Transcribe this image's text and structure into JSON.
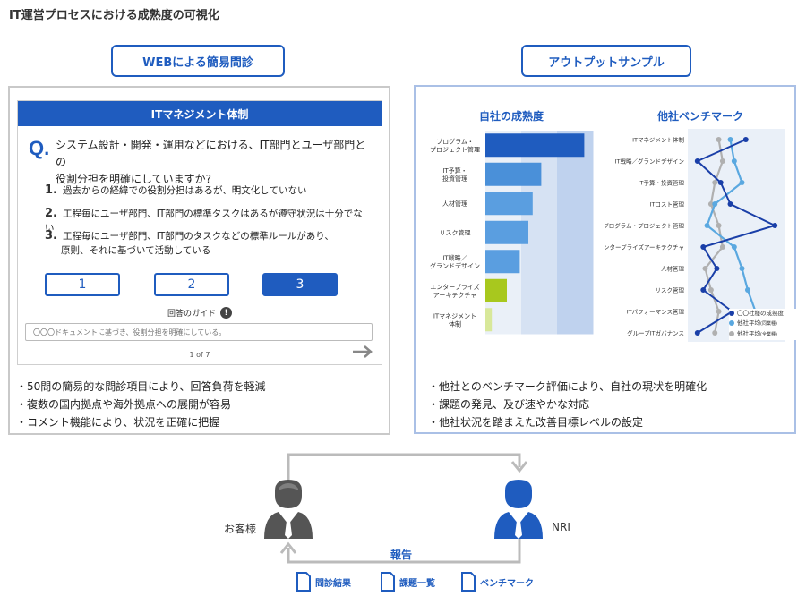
{
  "page_title": "IT運営プロセスにおける成熟度の可視化",
  "left_header": "WEBによる簡易問診",
  "right_header": "アウトプットサンプル",
  "quiz": {
    "category": "ITマネジメント体制",
    "q_mark": "Q.",
    "question_line1": "システム設計・開発・運用などにおける、IT部門とユーザ部門との",
    "question_line2": "役割分担を明確にしていますか?",
    "options": [
      {
        "num": "1.",
        "text": "過去からの経緯での役割分担はあるが、明文化していない"
      },
      {
        "num": "2.",
        "text": "工程毎にユーザ部門、IT部門の標準タスクはあるが遵守状況は十分でない"
      },
      {
        "num": "3.",
        "text": "工程毎にユーザ部門、IT部門のタスクなどの標準ルールがあり、",
        "text2": "原則、それに基づいて活動している"
      }
    ],
    "answer_buttons": [
      "1",
      "2",
      "3"
    ],
    "selected_answer": "3",
    "guide_label": "回答のガイド",
    "guide_icon": "!",
    "comment_text": "〇〇〇ドキュメントに基づき、役割分担を明確にしている。",
    "page_indicator": "1 of 7"
  },
  "left_bullets": [
    "・50問の簡易的な問診項目により、回答負荷を軽減",
    "・複数の国内拠点や海外拠点への展開が容易",
    "・コメント機能により、状況を正確に把握"
  ],
  "right_bullets": [
    "・他社とのベンチマーク評価により、自社の現状を明確化",
    "・課題の発見、及び速やかな対応",
    "・他社状況を踏まえた改善目標レベルの設定"
  ],
  "chart_data": [
    {
      "type": "bar",
      "title": "自社の成熟度",
      "categories": [
        [
          "プログラム・",
          "プロジェクト管理"
        ],
        [
          "IT予算・",
          "投資管理"
        ],
        [
          "人材管理"
        ],
        [
          "リスク管理"
        ],
        [
          "IT戦略／",
          "グランドデザイン"
        ],
        [
          "エンタープライズ",
          "アーキテクチャ"
        ],
        [
          "ITマネジメント",
          "体制"
        ]
      ],
      "values": [
        4.6,
        2.6,
        2.2,
        2.0,
        1.6,
        1.0,
        0.3
      ],
      "bar_colors": [
        "#1f5cbf",
        "#4a90d9",
        "#5a9ee0",
        "#5a9ee0",
        "#5a9ee0",
        "#a8c81e",
        "#d8e89a"
      ],
      "xlim": [
        0,
        5
      ],
      "background_bands": [
        "#eaf0f8",
        "#d6e2f3",
        "#bfd2ee"
      ]
    },
    {
      "type": "line",
      "title": "他社ベンチマーク",
      "categories": [
        "ITマネジメント体制",
        "IT戦略／グランドデザイン",
        "IT予算・投資管理",
        "ITコスト管理",
        "プログラム・プロジェクト管理",
        "エンタープライズアーキテクチャ",
        "人材管理",
        "リスク管理",
        "ITパフォーマンス管理",
        "グループITガバナンス"
      ],
      "xlim": [
        0,
        5
      ],
      "series": [
        {
          "name": "〇〇社様の成熟度",
          "color": "#1a3fa8",
          "values": [
            3.0,
            0.5,
            1.7,
            2.2,
            4.5,
            0.8,
            1.5,
            0.8,
            2.3,
            0.5
          ]
        },
        {
          "name": "他社平均",
          "name_note": "(同業種)",
          "color": "#5aa8e0",
          "values": [
            2.2,
            2.4,
            2.8,
            1.4,
            1.0,
            2.4,
            2.8,
            3.1,
            3.5,
            2.6
          ]
        },
        {
          "name": "他社平均",
          "name_note": "(全業種)",
          "color": "#b0b0b0",
          "values": [
            1.6,
            1.8,
            1.4,
            1.2,
            1.6,
            1.8,
            0.9,
            1.2,
            1.6,
            1.4
          ]
        }
      ]
    }
  ],
  "flow": {
    "customer_label": "お客様",
    "nri_label": "NRI",
    "report_label": "報告",
    "documents": [
      "問診結果",
      "課題一覧",
      "ベンチマーク"
    ]
  },
  "colors": {
    "accent": "#1f5cbf",
    "nri_person": "#1f5cbf",
    "customer_person": "#555555"
  }
}
